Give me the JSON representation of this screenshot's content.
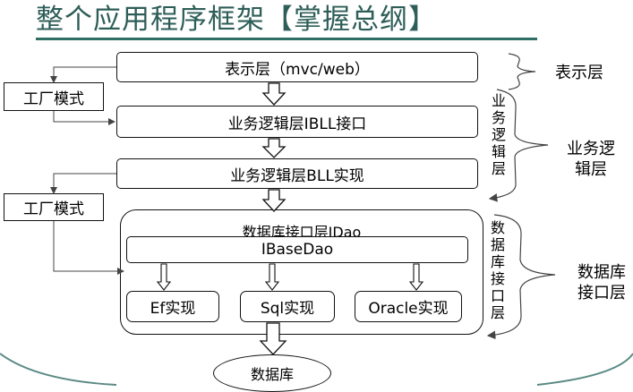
{
  "title": "整个应用程序框架【掌握总纲】",
  "layers": {
    "presentation": "表示层（mvc/web）",
    "ibll": "业务逻辑层IBLL接口",
    "bll": "业务逻辑层BLL实现",
    "idao": "数据库接口层IDao",
    "ibasedao": "IBaseDao",
    "ef": "Ef实现",
    "sql": "Sql实现",
    "oracle": "Oracle实现",
    "database": "数据库"
  },
  "factory": {
    "top": "工厂模式",
    "bottom": "工厂模式"
  },
  "vertical_labels": {
    "business": "业务逻辑层",
    "dao": "数据库接口层"
  },
  "side_labels": {
    "presentation": "表示层",
    "business": "业务逻辑层",
    "dao": "数据库接口层"
  },
  "colors": {
    "title": "#2e5e58",
    "rule": "#2e6e64",
    "slide_curve": "#5a8a84"
  }
}
